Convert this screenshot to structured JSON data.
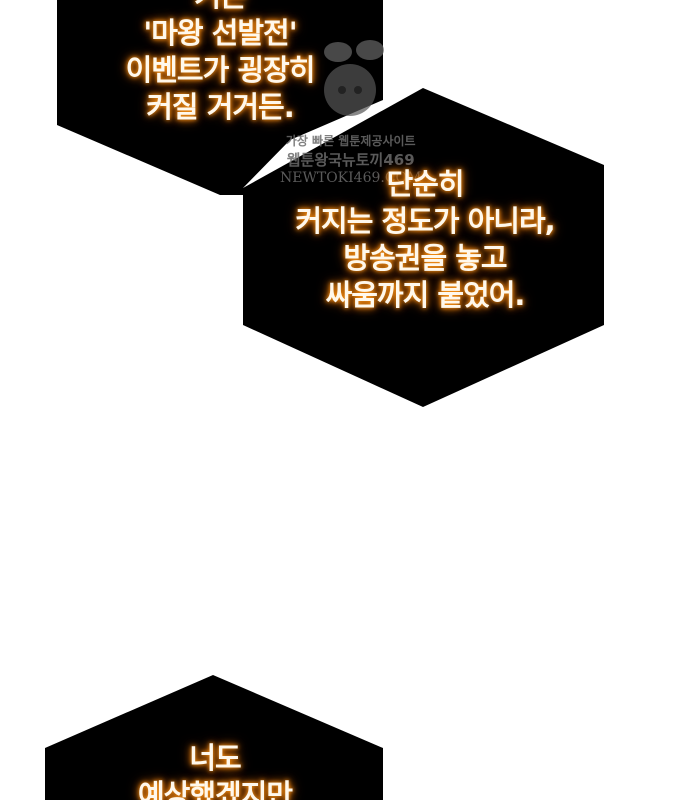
{
  "bubbles": [
    {
      "lines": [
        "거든",
        "'마왕 선발전'",
        "이벤트가 굉장히",
        "커질 거거든."
      ]
    },
    {
      "lines": [
        "단순히",
        "커지는 정도가 아니라,",
        "방송권을 놓고",
        "싸움까지 붙었어."
      ]
    },
    {
      "lines": [
        "너도",
        "예상했겠지만"
      ]
    }
  ],
  "watermark": {
    "line1": "가장 빠른 웹툰제공사이트",
    "line2": "웹툰왕국뉴토끼469",
    "line3": "NEWTOKI469.COM"
  }
}
